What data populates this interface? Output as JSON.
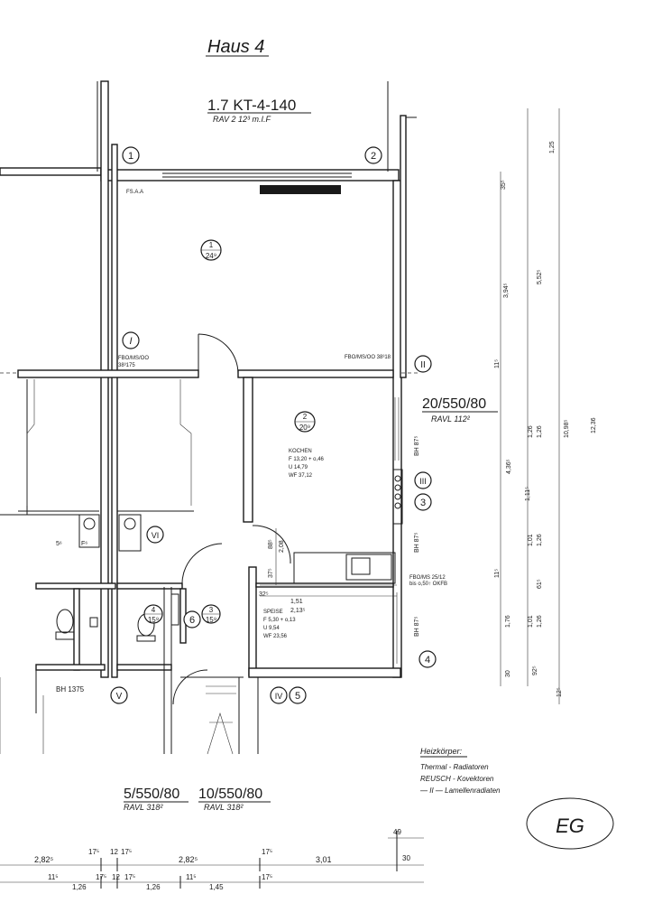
{
  "title": "Haus 4",
  "unit": {
    "label": "1.7 KT-4-140",
    "sub": "RAV  2  12³ m.I.F"
  },
  "grid_markers": [
    "1",
    "2",
    "I",
    "II",
    "III",
    "3",
    "4",
    "V",
    "IV",
    "5",
    "6",
    "VI"
  ],
  "rooms": [
    {
      "number": "1",
      "area": "24⁹"
    },
    {
      "number": "2",
      "area": "20⁹",
      "name": "KOCHEN",
      "lines": [
        "F 13,20 + o,46",
        "U 14,79",
        "WF 37,12"
      ]
    },
    {
      "number": "3",
      "area": "15⁹"
    },
    {
      "number": "4",
      "area": "15⁹"
    },
    {
      "name": "SPEISE",
      "lines": [
        "F 5,30 + o,13",
        "U 9,54",
        "WF 23,56"
      ]
    }
  ],
  "notes": {
    "fsaa": "FS.A.A",
    "fbo_left": "FBO/MS/OO",
    "fbo_left2": "38³175",
    "fbo_right": "FBO/MS/OO 38³18",
    "fbo_small": "FBO/MS 25/12",
    "fbo_small2": "bis o,50↑ OKFB",
    "bh_bottom": "BH 1375",
    "bh_1": "BH 87⁵",
    "bh_2": "BH 87⁵",
    "bh_3": "BH 87⁵",
    "letter_f": "F⁶"
  },
  "radiator_labels": [
    {
      "code": "20/550/80",
      "sub": "RAVL  112²"
    },
    {
      "code": "5/550/80",
      "sub": "RAVL  318²"
    },
    {
      "code": "10/550/80",
      "sub": "RAVL  318²"
    }
  ],
  "legend": {
    "title": "Heizkörper:",
    "items": [
      "Thermal - Radiatoren",
      "REUSCH - Kovektoren",
      "— II —   Lamellenradiaten"
    ]
  },
  "stamp": "EG",
  "dims_right": [
    "1,25",
    "35⁵",
    "3,94⁵",
    "5,52⁵",
    "11⁵",
    "12,36",
    "10,98⁵",
    "1,26",
    "1,26",
    "4,36⁵",
    "1,11⁵",
    "1,01",
    "1,26",
    "11⁵",
    "61⁵",
    "1,76",
    "1,01",
    "1,26",
    "30",
    "92⁵",
    "12⁵"
  ],
  "dims_inner": [
    "2,08",
    "88⁵",
    "37⁵",
    "32⁵",
    "1,51",
    "2,13⁵",
    "5⁶"
  ],
  "dims_bottom": [
    "2,82⁵",
    "17⁵",
    "12",
    "17⁵",
    "2,82⁵",
    "17⁵",
    "3,01",
    "49",
    "30",
    "11⁵",
    "1,26",
    "17⁵",
    "12",
    "17⁵",
    "1,26",
    "11⁵",
    "1,45",
    "17⁵"
  ]
}
